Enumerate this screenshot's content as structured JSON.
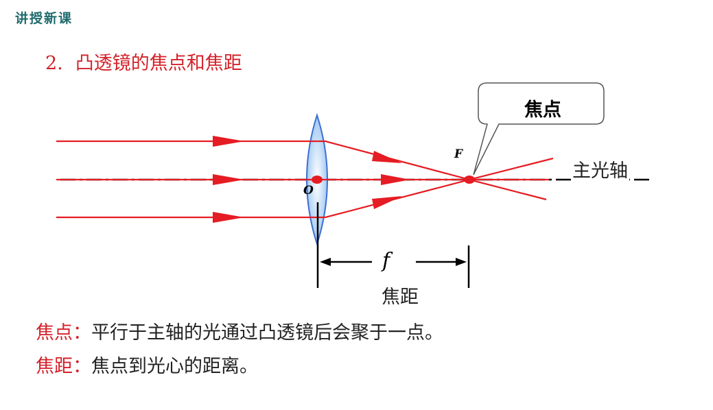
{
  "header": {
    "tag": "讲授新课"
  },
  "section": {
    "number": "2.",
    "title": "凸透镜的焦点和焦距"
  },
  "diagram": {
    "callout": "焦点",
    "focus_label": "F",
    "center_label": "O",
    "axis_label": "主光轴",
    "focal_length_symbol": "f",
    "focal_length_label": "焦距"
  },
  "definitions": [
    {
      "term": "焦点",
      "separator": "：",
      "text": "平行于主轴的光通过凸透镜后会聚于一点。"
    },
    {
      "term": "焦距",
      "separator": "：",
      "text": "焦点到光心的距离。"
    }
  ],
  "colors": {
    "ray": "#e51c23",
    "lens_fill": "#a9cdf3",
    "lens_stroke": "#3b6fd1",
    "title": "#d3222a",
    "tag": "#1f6b6e"
  }
}
